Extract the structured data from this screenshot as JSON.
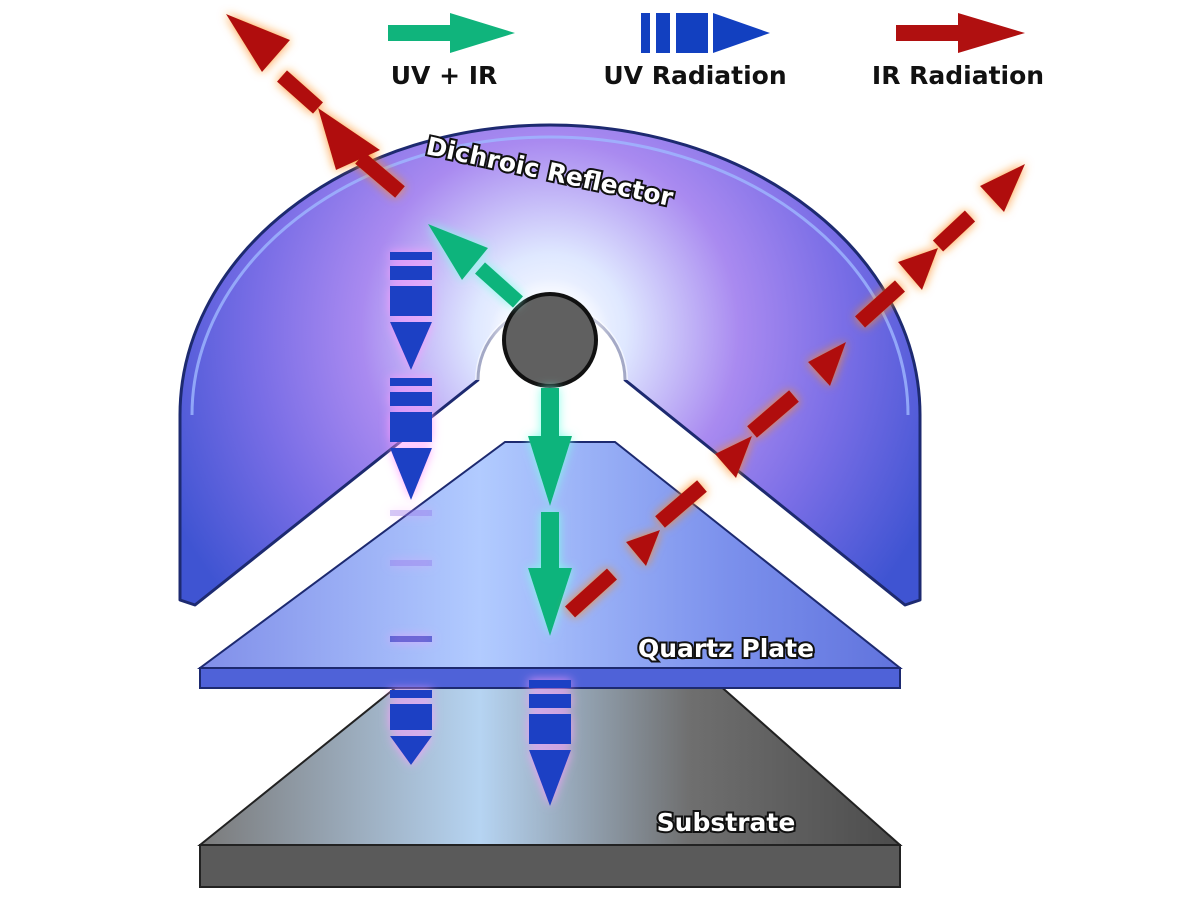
{
  "legend": {
    "uv_ir": "UV + IR",
    "uv": "UV Radiation",
    "ir": "IR Radiation"
  },
  "labels": {
    "reflector": "Dichroic Reflector",
    "quartz": "Quartz Plate",
    "substrate": "Substrate"
  },
  "colors": {
    "uv_ir_arrow": "#10b47c",
    "uv_arrow": "#1240c0",
    "ir_arrow": "#b01010",
    "reflector": "#4a5fd8",
    "quartz": "#6f88ec",
    "substrate": "#6a6a6a",
    "lamp": "#606060"
  }
}
